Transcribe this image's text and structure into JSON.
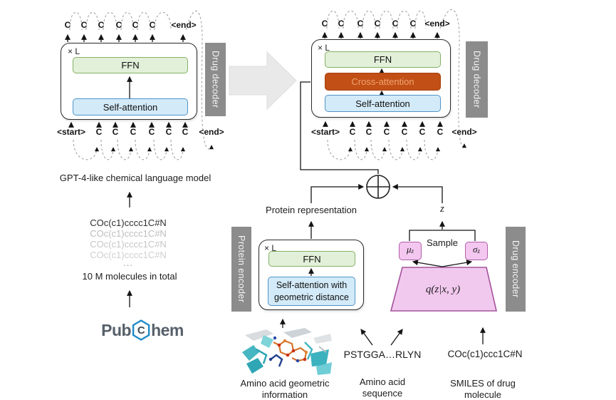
{
  "pretraining": {
    "model_caption": "GPT-4-like chemical language model",
    "smiles_examples": [
      "COc(c1)cccc1C#N",
      "COc(c1)cccc1C#N",
      "COc(c1)cccc1C#N",
      "COc(c1)cccc1C#N"
    ],
    "ellipsis": "...",
    "dataset_caption": "10 M molecules in total",
    "pubchem": {
      "prefix": "Pub",
      "hex_letter": "C",
      "suffix": "hem"
    }
  },
  "left_decoder": {
    "layer_label": "× L",
    "ffn": "FFN",
    "self_attention": "Self-attention",
    "side_label": "Drug decoder",
    "output_tokens": [
      "C",
      "C",
      "C",
      "C",
      "C",
      "C",
      "<end>"
    ],
    "input_tokens": [
      "<start>",
      "C",
      "C",
      "C",
      "C",
      "C",
      "C",
      "<end>"
    ]
  },
  "right_decoder": {
    "layer_label": "× L",
    "ffn": "FFN",
    "cross_attention": "Cross-attention",
    "self_attention": "Self-attention",
    "side_label": "Drug decoder",
    "output_tokens": [
      "C",
      "C",
      "C",
      "C",
      "C",
      "C",
      "<end>"
    ],
    "input_tokens": [
      "<start>",
      "C",
      "C",
      "C",
      "C",
      "C",
      "C",
      "<end>"
    ]
  },
  "fusion": {
    "protein_representation": "Protein representation",
    "latent": "z"
  },
  "protein_encoder": {
    "layer_label": "× L",
    "ffn": "FFN",
    "self_attention": "Self-attention with geometric distance",
    "side_label": "Protein encoder"
  },
  "drug_encoder": {
    "side_label": "Drug encoder",
    "sample": "Sample",
    "mu": "μ",
    "sigma": "σ",
    "sub": "z",
    "posterior": "q(z|x, y)"
  },
  "inputs": {
    "geometric_caption_1": "Amino acid geometric",
    "geometric_caption_2": "information",
    "sequence_value": "PSTGGA…RLYN",
    "sequence_caption_1": "Amino acid",
    "sequence_caption_2": "sequence",
    "smiles_value": "COc(c1)ccc1C#N",
    "smiles_caption_1": "SMILES of drug",
    "smiles_caption_2": "molecule"
  },
  "colors": {
    "ffn_fill": "#e2f0d9",
    "attention_fill": "#d3eaf8",
    "cross_attention_fill": "#c14f16",
    "encoder_bar_gray": "#8c8c8c",
    "vae_pink": "#f2c9ee",
    "pubchem_blue": "#1d8ac9"
  }
}
